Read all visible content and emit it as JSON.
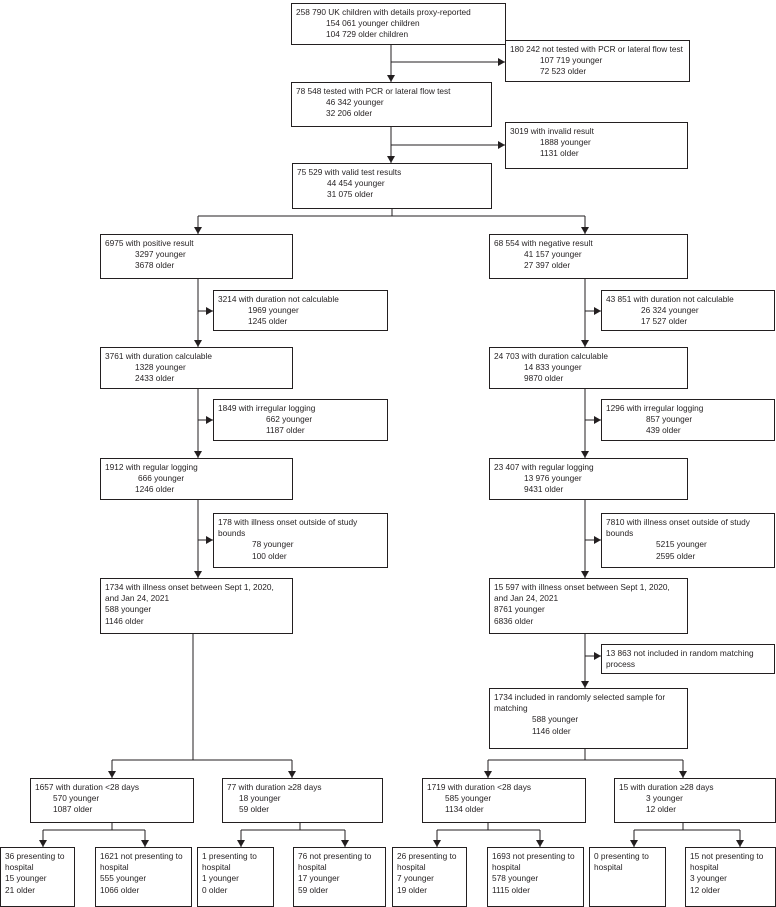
{
  "flowchart": {
    "nodes": {
      "n_total": {
        "lines": [
          "258 790 UK children with details proxy-reported",
          "154 061 younger children",
          "104 729 older children"
        ]
      },
      "n_not_tested": {
        "lines": [
          "180 242 not tested with PCR or lateral flow test",
          "107 719 younger",
          "72 523 older"
        ]
      },
      "n_tested": {
        "lines": [
          "78 548 tested with PCR or lateral flow test",
          "46 342 younger",
          "32 206 older"
        ]
      },
      "n_invalid": {
        "lines": [
          "3019 with invalid result",
          "1888 younger",
          "1131 older"
        ]
      },
      "n_valid": {
        "lines": [
          "75 529 with valid test results",
          "44 454 younger",
          "31 075 older"
        ]
      },
      "p_positive": {
        "lines": [
          "6975 with positive result",
          "3297 younger",
          "3678 older"
        ]
      },
      "p_dur_not_calc": {
        "lines": [
          "3214 with duration not calculable",
          "1969 younger",
          "1245 older"
        ]
      },
      "p_dur_calc": {
        "lines": [
          "3761 with duration calculable",
          "1328 younger",
          "2433 older"
        ]
      },
      "p_irregular": {
        "lines": [
          "1849 with irregular logging",
          "662 younger",
          "1187 older"
        ]
      },
      "p_regular": {
        "lines": [
          "1912 with regular logging",
          "666 younger",
          "1246 older"
        ]
      },
      "p_outside": {
        "lines": [
          "178 with illness onset outside of study bounds",
          "78 younger",
          "100 older"
        ]
      },
      "p_onset": {
        "lines": [
          "1734 with illness onset between Sept 1, 2020, and Jan 24, 2021",
          "588 younger",
          "1146 older"
        ]
      },
      "p_lt28": {
        "lines": [
          "1657 with duration <28 days",
          "570 younger",
          "1087 older"
        ]
      },
      "p_ge28": {
        "lines": [
          "77 with duration ≥28 days",
          "18 younger",
          "59 older"
        ]
      },
      "p_lt28_hosp": {
        "lines": [
          "36 presenting to hospital",
          "15 younger",
          "21 older"
        ]
      },
      "p_lt28_nohosp": {
        "lines": [
          "1621 not presenting to hospital",
          "555 younger",
          "1066 older"
        ]
      },
      "p_ge28_hosp": {
        "lines": [
          "1 presenting to hospital",
          "1 younger",
          "0 older"
        ]
      },
      "p_ge28_nohosp": {
        "lines": [
          "76 not presenting to hospital",
          "17 younger",
          "59 older"
        ]
      },
      "n_negative": {
        "lines": [
          "68 554 with negative result",
          "41 157 younger",
          "27 397 older"
        ]
      },
      "n_dur_not_calc": {
        "lines": [
          "43 851 with duration not calculable",
          "26 324 younger",
          "17 527 older"
        ]
      },
      "n_dur_calc": {
        "lines": [
          "24 703 with duration calculable",
          "14 833 younger",
          "9870 older"
        ]
      },
      "n_irregular": {
        "lines": [
          "1296 with irregular logging",
          "857 younger",
          "439 older"
        ]
      },
      "n_regular": {
        "lines": [
          "23 407 with regular logging",
          "13 976  younger",
          "9431 older"
        ]
      },
      "n_outside": {
        "lines": [
          "7810 with illness onset outside of study bounds",
          "5215 younger",
          "2595 older"
        ]
      },
      "n_onset": {
        "lines": [
          "15 597 with illness onset between Sept 1, 2020, and Jan 24, 2021",
          "8761 younger",
          "6836 older"
        ]
      },
      "n_not_matched": {
        "lines": [
          "13 863 not included in random matching process"
        ]
      },
      "n_matched": {
        "lines": [
          "1734 included in randomly selected sample for matching",
          "588 younger",
          "1146 older"
        ]
      },
      "n_lt28": {
        "lines": [
          "1719 with duration <28 days",
          "585 younger",
          "1134 older"
        ]
      },
      "n_ge28": {
        "lines": [
          "15 with duration ≥28 days",
          "3 younger",
          "12 older"
        ]
      },
      "n_lt28_hosp": {
        "lines": [
          "26 presenting to hospital",
          "7 younger",
          "19 older"
        ]
      },
      "n_lt28_nohosp": {
        "lines": [
          "1693 not presenting to hospital",
          "578 younger",
          "1115 older"
        ]
      },
      "n_ge28_hosp": {
        "lines": [
          "0 presenting to hospital"
        ]
      },
      "n_ge28_nohosp": {
        "lines": [
          "15 not presenting to hospital",
          "3 younger",
          "12 older"
        ]
      }
    },
    "colors": {
      "line": "#231f20",
      "box_fill": "#ffffff"
    }
  }
}
